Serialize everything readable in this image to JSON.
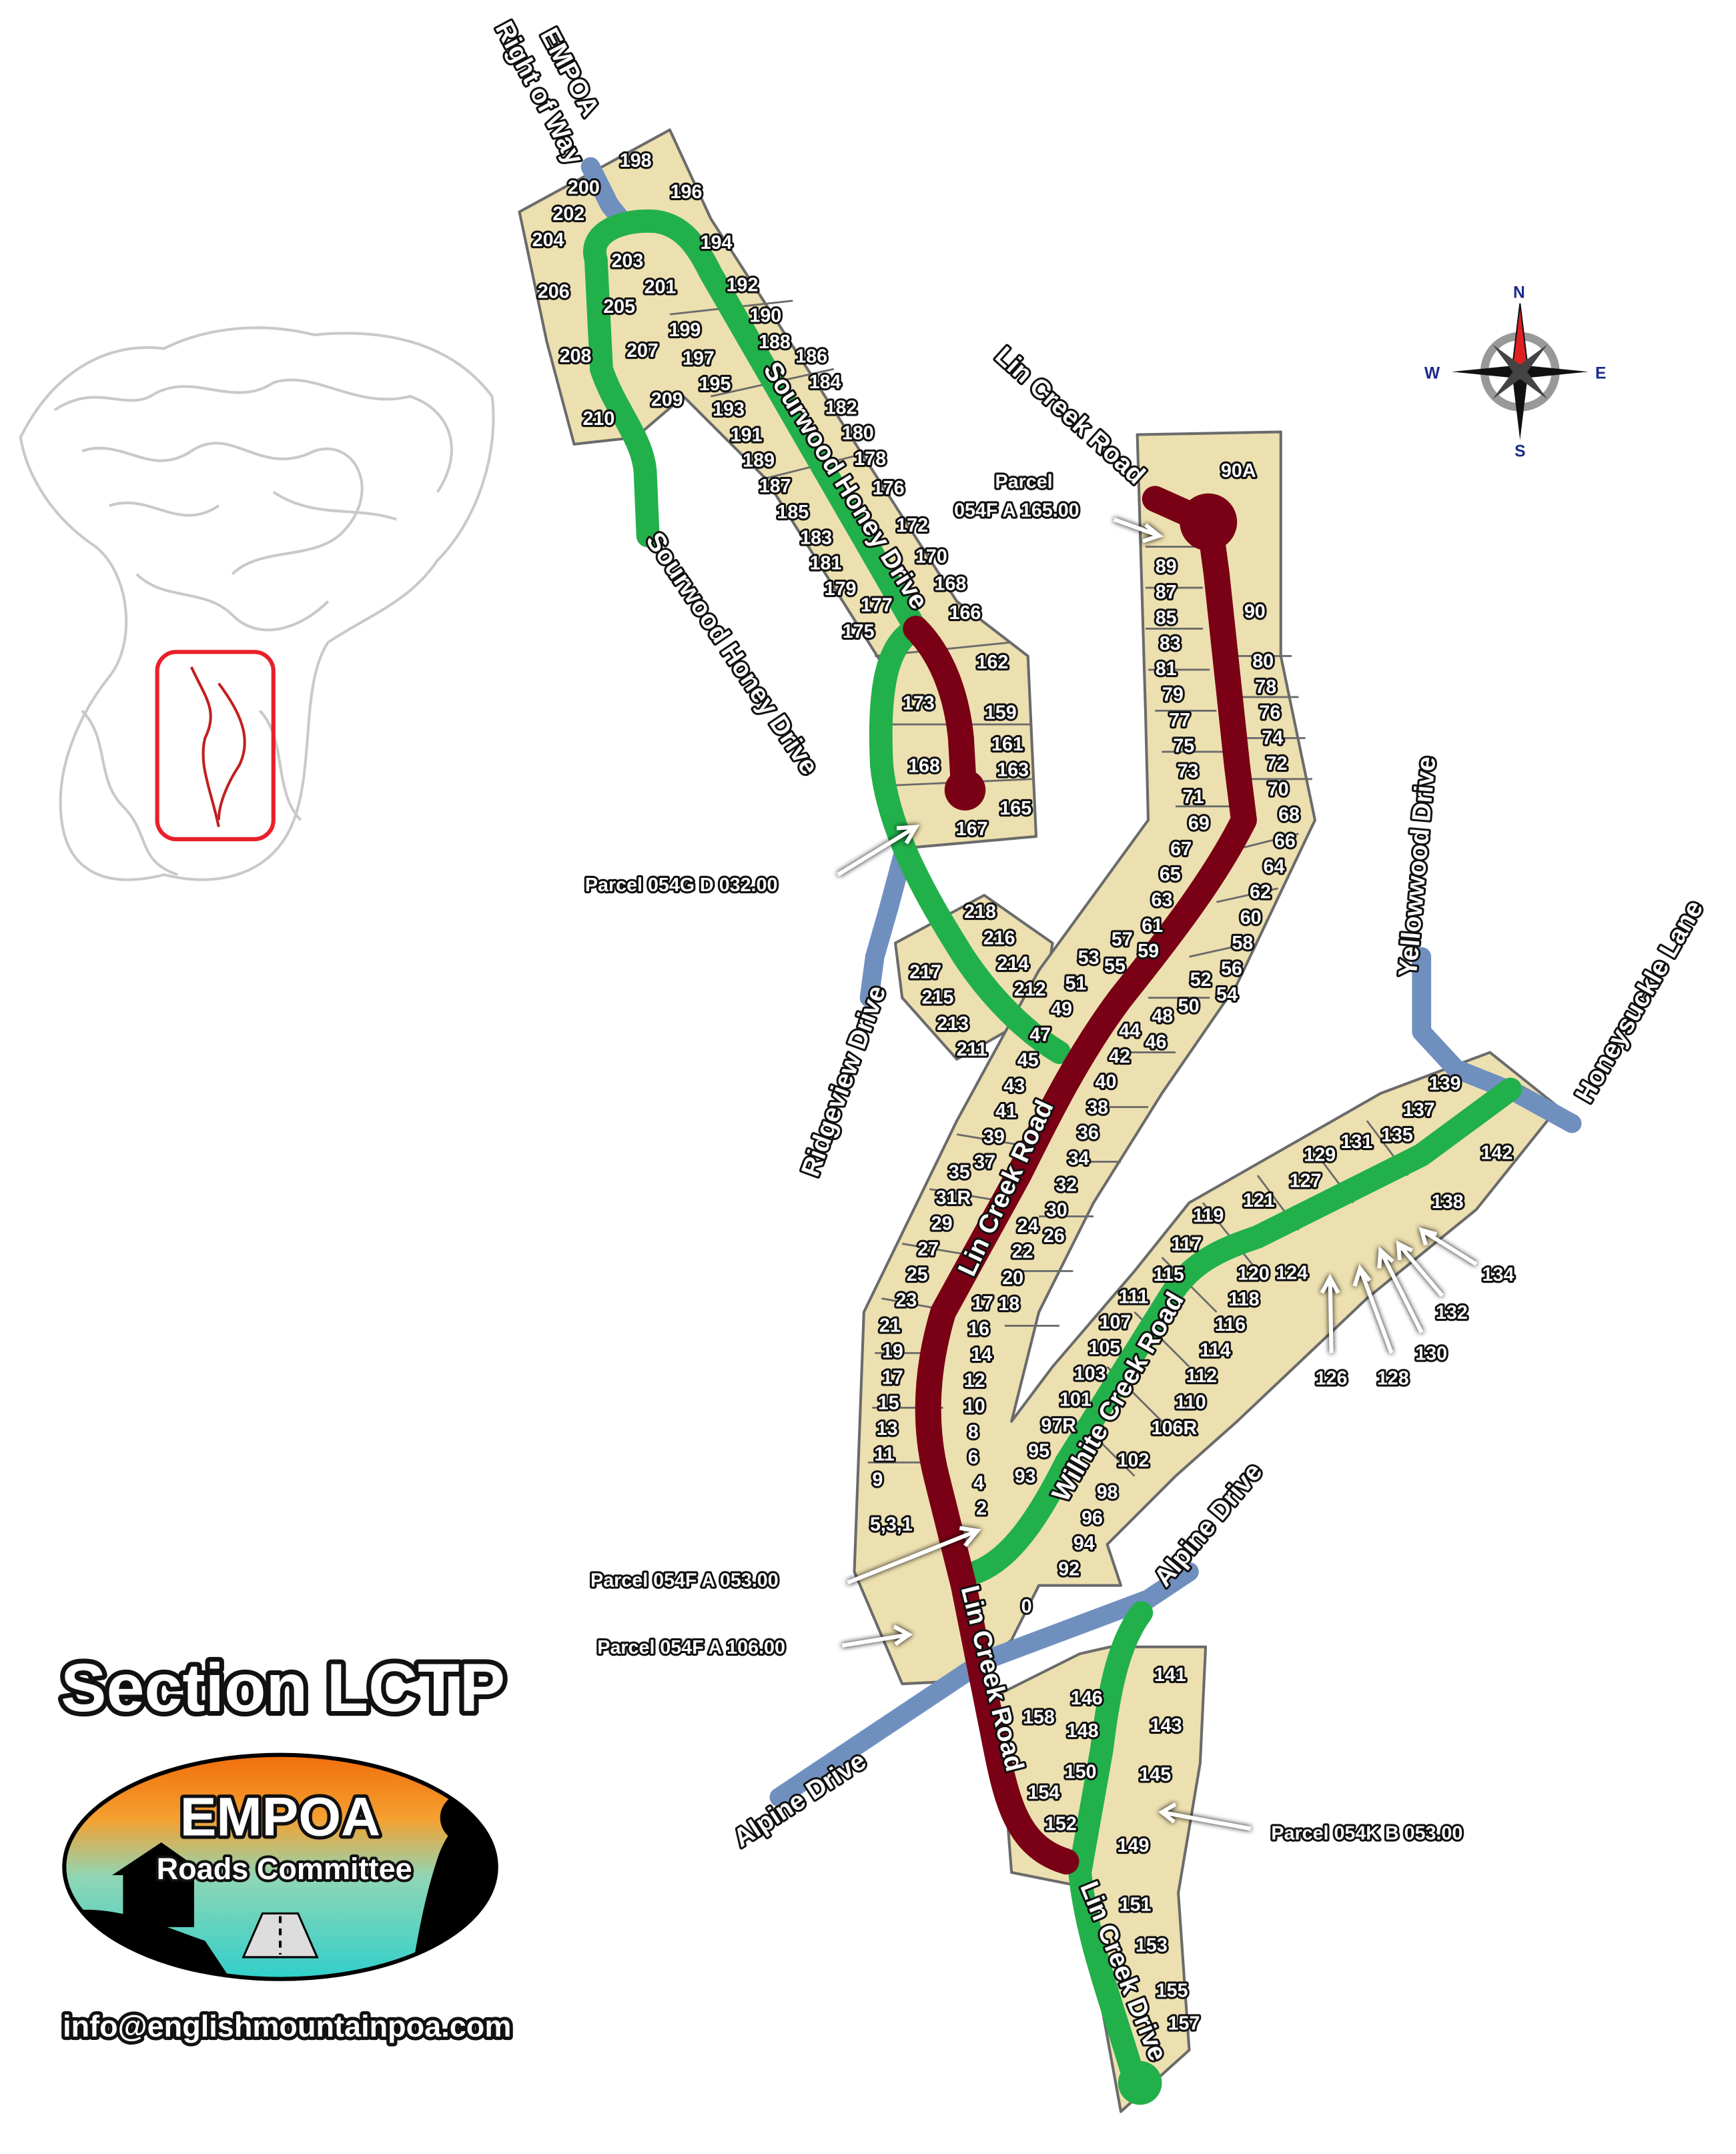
{
  "title": "Section LCTP",
  "email": "info@englishmountainpoa.com",
  "logo": {
    "name": "EMPOA",
    "subtitle": "Roads Committee"
  },
  "compass": {
    "n": "N",
    "s": "S",
    "e": "E",
    "w": "W"
  },
  "colors": {
    "lot_fill": "#EDE0B0",
    "lot_border": "#6b6b6b",
    "lin_creek_road": "#7A0015",
    "green_road": "#22B04B",
    "other_road": "#6F8FBF",
    "inset_highlight": "#E8202A"
  },
  "roads": {
    "empoa_row_1": "EMPOA",
    "empoa_row_2": "Right of Way",
    "lin_creek_top": "Lin Creek Road",
    "sourwood_west": "Sourwood Honey Drive",
    "sourwood_east": "Sourwood Honey Drive",
    "ridgeview": "Ridgeview Drive",
    "lin_creek_mid": "Lin Creek Road",
    "wilhite": "Wilhite Creek Road",
    "yellowwood": "Yellowwood Drive",
    "honeysuckle": "Honeysuckle Lane",
    "alpine_east": "Alpine Drive",
    "alpine_west": "Alpine Drive",
    "lin_creek_bottom": "Lin Creek Road",
    "lin_creek_drive": "Lin Creek Drive"
  },
  "callouts": {
    "p165_line1": "Parcel",
    "p165_line2": "054F A 165.00",
    "p032": "Parcel  054G D 032.00",
    "p053": "Parcel  054F A 053.00",
    "p106": "Parcel  054F A 106.00",
    "pk053": "Parcel  054K B 053.00"
  },
  "lots": [
    "198",
    "196",
    "200",
    "202",
    "204",
    "194",
    "203",
    "201",
    "192",
    "206",
    "205",
    "190",
    "188",
    "199",
    "207",
    "208",
    "186",
    "197",
    "195",
    "184",
    "209",
    "193",
    "182",
    "210",
    "180",
    "191",
    "178",
    "189",
    "187",
    "176",
    "185",
    "172",
    "183",
    "170",
    "181",
    "168",
    "179",
    "177",
    "166",
    "175",
    "162",
    "173",
    "159",
    "161",
    "168",
    "163",
    "165",
    "167",
    "218",
    "216",
    "214",
    "212",
    "217",
    "215",
    "213",
    "211",
    "90A",
    "89",
    "90",
    "87",
    "85",
    "83",
    "81",
    "80",
    "79",
    "78",
    "77",
    "76",
    "75",
    "74",
    "73",
    "72",
    "71",
    "70",
    "69",
    "68",
    "67",
    "66",
    "65",
    "64",
    "63",
    "62",
    "61",
    "60",
    "59",
    "58",
    "57",
    "56",
    "55",
    "54",
    "53",
    "52",
    "51",
    "50",
    "49",
    "48",
    "47",
    "46",
    "45",
    "44",
    "43",
    "42",
    "41",
    "40",
    "39",
    "38",
    "37",
    "36",
    "35",
    "34",
    "32",
    "31R",
    "30",
    "26",
    "29",
    "24",
    "27",
    "22",
    "25",
    "20",
    "23",
    "18",
    "17",
    "21",
    "16",
    "19",
    "14",
    "17",
    "12",
    "15",
    "10",
    "13",
    "8",
    "11",
    "6",
    "9",
    "4",
    "2",
    "5,3,1",
    "119",
    "121",
    "129",
    "127",
    "131",
    "135",
    "137",
    "139",
    "142",
    "138",
    "117",
    "115",
    "124",
    "120",
    "118",
    "116",
    "114",
    "112",
    "110",
    "106R",
    "111",
    "107",
    "105",
    "103",
    "101",
    "97R",
    "95",
    "93",
    "102",
    "98",
    "96",
    "94",
    "92",
    "0",
    "126",
    "128",
    "130",
    "132",
    "134",
    "141",
    "146",
    "143",
    "158",
    "148",
    "145",
    "150",
    "154",
    "152",
    "149",
    "151",
    "153",
    "155",
    "157"
  ]
}
